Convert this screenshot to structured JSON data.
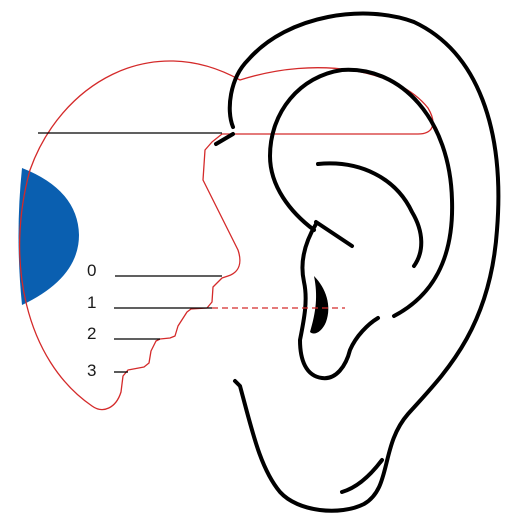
{
  "colors": {
    "background": "#ffffff",
    "ear_outline": "#000000",
    "device_outline": "#d42a2a",
    "canal_fill": "#000000",
    "blue_region": "#0a5fb0"
  },
  "levels": [
    {
      "label": "0"
    },
    {
      "label": "1"
    },
    {
      "label": "2"
    },
    {
      "label": "3"
    }
  ]
}
